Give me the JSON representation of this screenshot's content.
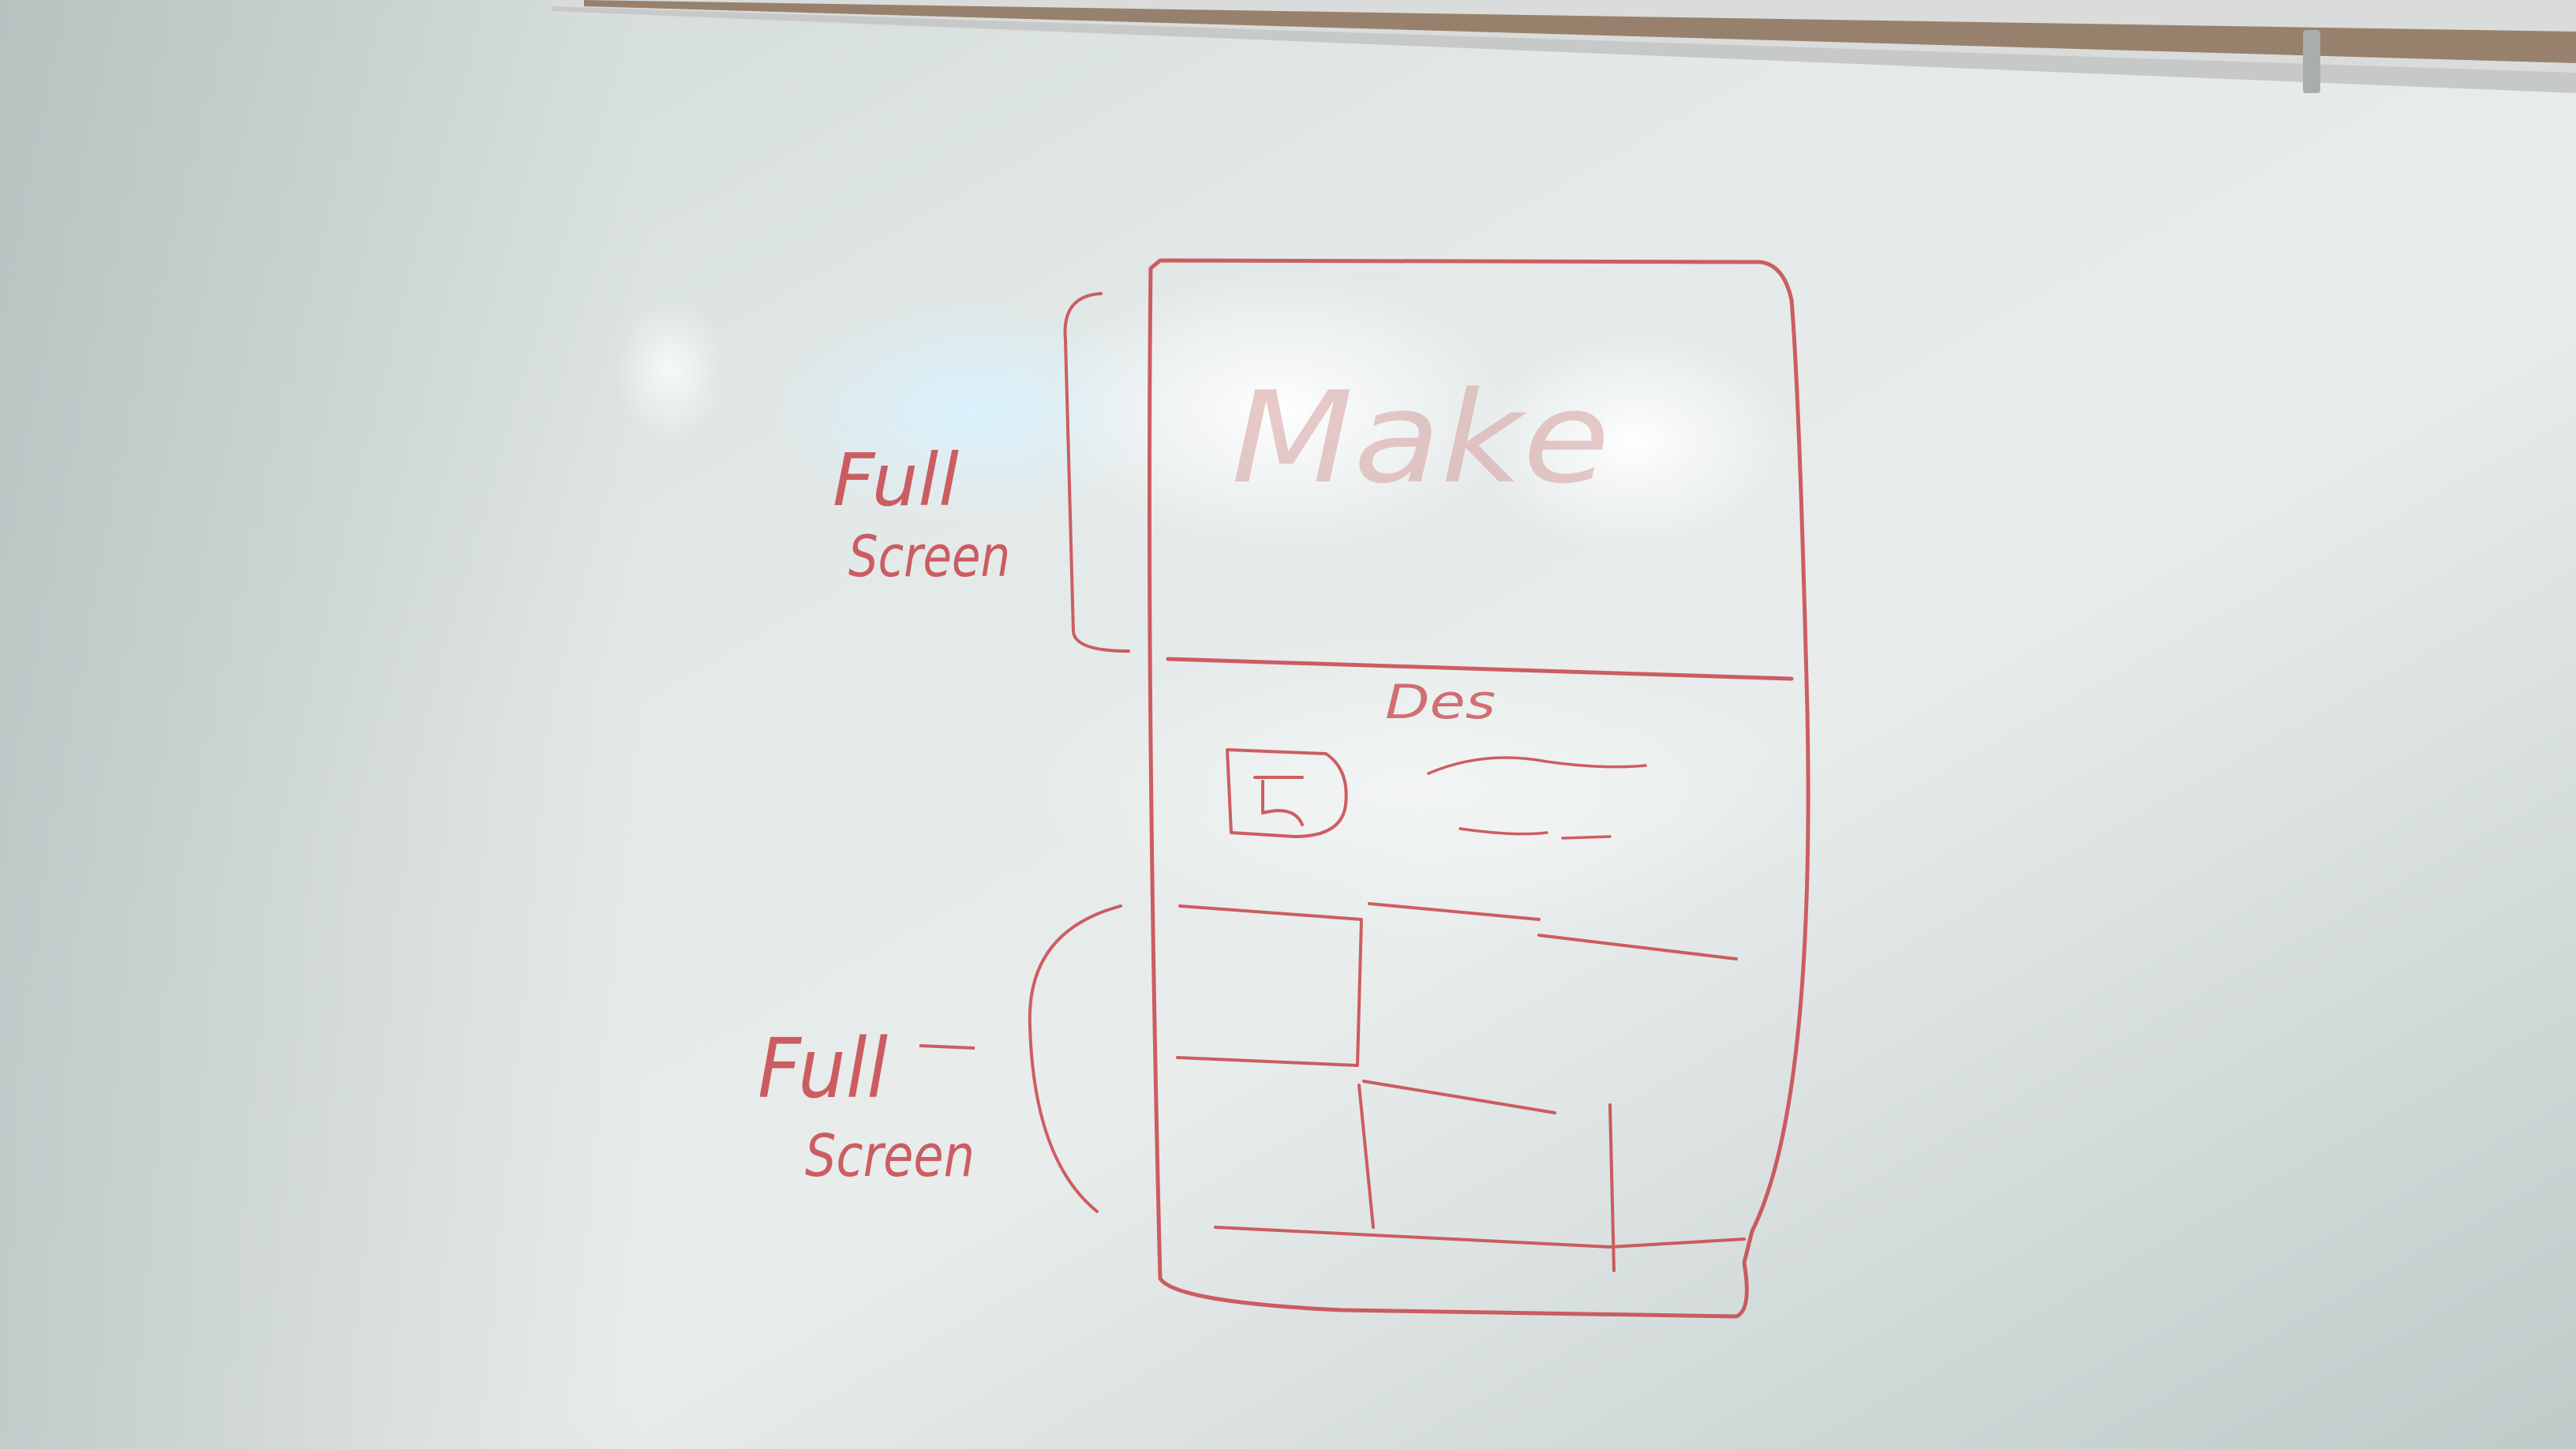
{
  "whiteboard": {
    "title_label": "Make",
    "section_label": "Des",
    "annotation_top_line1": "Full",
    "annotation_top_line2": "Screen",
    "annotation_bottom_line1": "Full",
    "annotation_bottom_line2": "Screen"
  },
  "colors": {
    "marker": "#c8444a",
    "board_light": "#eef2f2",
    "board_mid": "#d6dedd",
    "board_dark": "#bcc7c6",
    "tray": "#8c7158",
    "tray_rail": "#c7c9c8"
  }
}
